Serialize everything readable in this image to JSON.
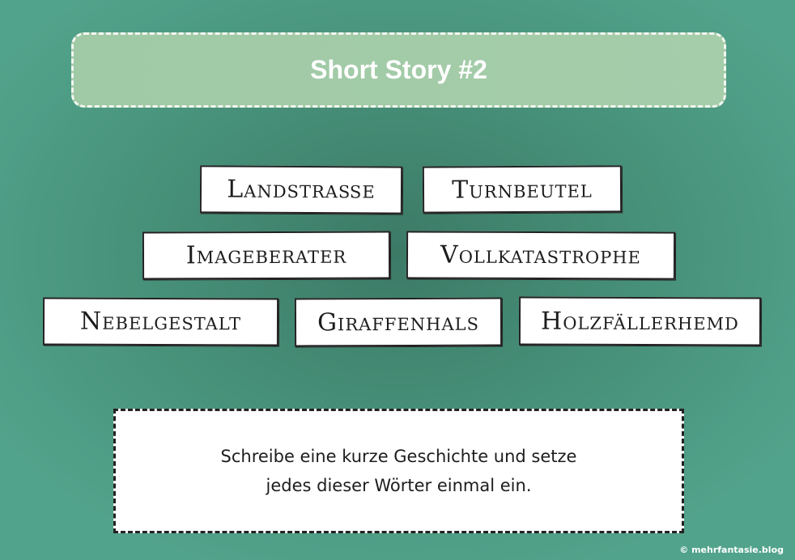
{
  "title": "Short Story #2",
  "words": [
    "Landstraße",
    "Turnbeutel",
    "Imageberater",
    "Vollkatastrophe",
    "Nebelgestalt",
    "Giraffenhals",
    "Holzfällerhemd"
  ],
  "instruction": {
    "line1": "Schreibe eine kurze Geschichte und setze",
    "line2": "jedes dieser Wörter einmal ein."
  },
  "copyright": "© mehrfantasie.blog"
}
